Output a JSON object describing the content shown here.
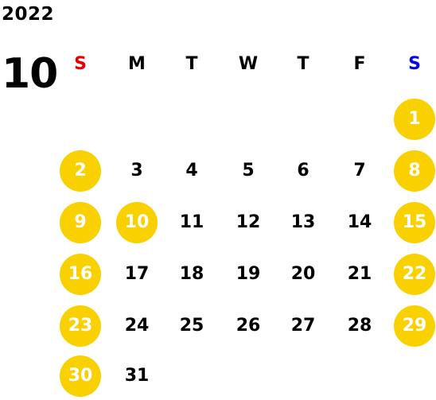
{
  "calendar": {
    "year": "2022",
    "month": "10",
    "weekdays": [
      "S",
      "M",
      "T",
      "W",
      "T",
      "F",
      "S"
    ],
    "weekday_colors": [
      "#e60000",
      "#000000",
      "#000000",
      "#000000",
      "#000000",
      "#000000",
      "#0000e6"
    ],
    "highlight_color": "#f9d100",
    "first_weekday_index": 6,
    "days_in_month": 31,
    "highlighted_days": [
      1,
      2,
      8,
      9,
      10,
      15,
      16,
      22,
      23,
      29,
      30
    ]
  }
}
